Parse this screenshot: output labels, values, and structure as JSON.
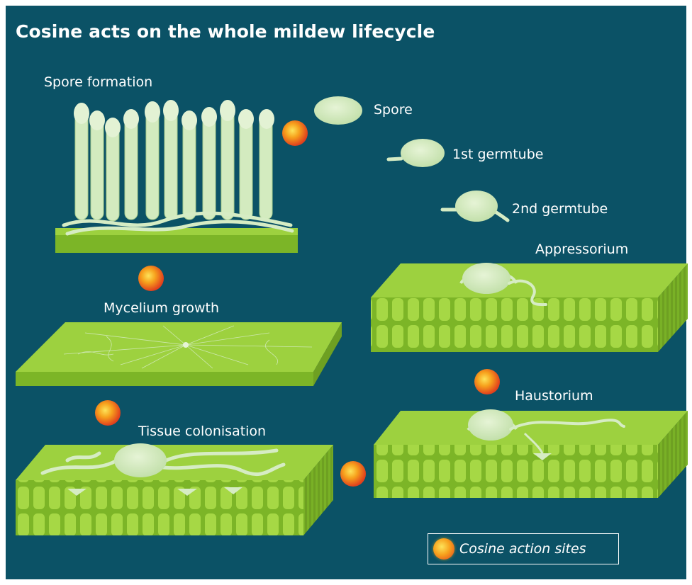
{
  "title": "Cosine acts on the whole mildew lifecycle",
  "labels": {
    "spore_formation": "Spore formation",
    "spore": "Spore",
    "first_germtube": "1st germtube",
    "second_germtube": "2nd germtube",
    "appressorium": "Appressorium",
    "mycelium_growth": "Mycelium growth",
    "haustorium": "Haustorium",
    "tissue_colonisation": "Tissue colonisation"
  },
  "legend": {
    "label": "Cosine action sites"
  },
  "colors": {
    "background": "#0b5266",
    "leaf_top": "#9dd13f",
    "leaf_front": "#7cb527",
    "fungus": "#d6ecc4",
    "action_site": "#f39a1e"
  }
}
